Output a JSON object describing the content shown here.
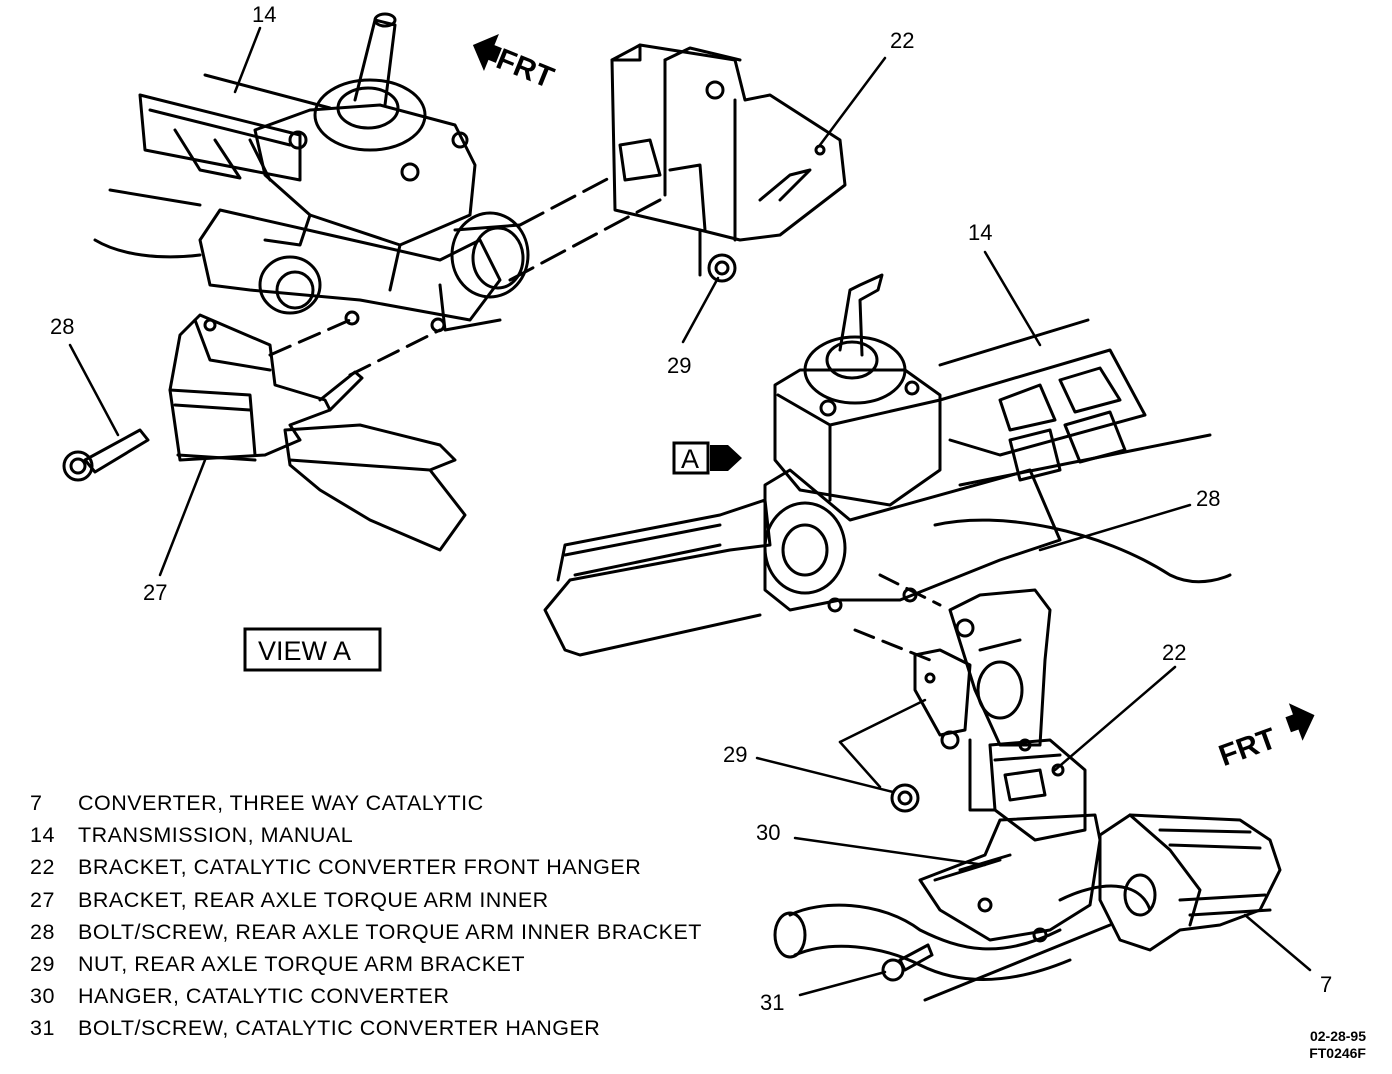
{
  "callouts": {
    "c14_top": "14",
    "c22_top": "22",
    "c28_left": "28",
    "c29_top": "29",
    "c27": "27",
    "c14_right": "14",
    "c28_right": "28",
    "c22_right": "22",
    "c29_right": "29",
    "c30": "30",
    "c31": "31",
    "c7": "7"
  },
  "labels": {
    "frt_top": "FRT",
    "frt_right": "FRT",
    "view_a": "VIEW A",
    "view_marker": "A"
  },
  "legend": [
    {
      "num": "7",
      "text": "CONVERTER, THREE WAY CATALYTIC"
    },
    {
      "num": "14",
      "text": "TRANSMISSION, MANUAL"
    },
    {
      "num": "22",
      "text": "BRACKET, CATALYTIC CONVERTER FRONT HANGER"
    },
    {
      "num": "27",
      "text": "BRACKET, REAR AXLE TORQUE ARM INNER"
    },
    {
      "num": "28",
      "text": "BOLT/SCREW, REAR AXLE TORQUE ARM INNER BRACKET"
    },
    {
      "num": "29",
      "text": "NUT, REAR AXLE TORQUE ARM BRACKET"
    },
    {
      "num": "30",
      "text": "HANGER, CATALYTIC CONVERTER"
    },
    {
      "num": "31",
      "text": "BOLT/SCREW, CATALYTIC CONVERTER HANGER"
    }
  ],
  "footer": {
    "date": "02-28-95",
    "figure_id": "FT0246F"
  }
}
